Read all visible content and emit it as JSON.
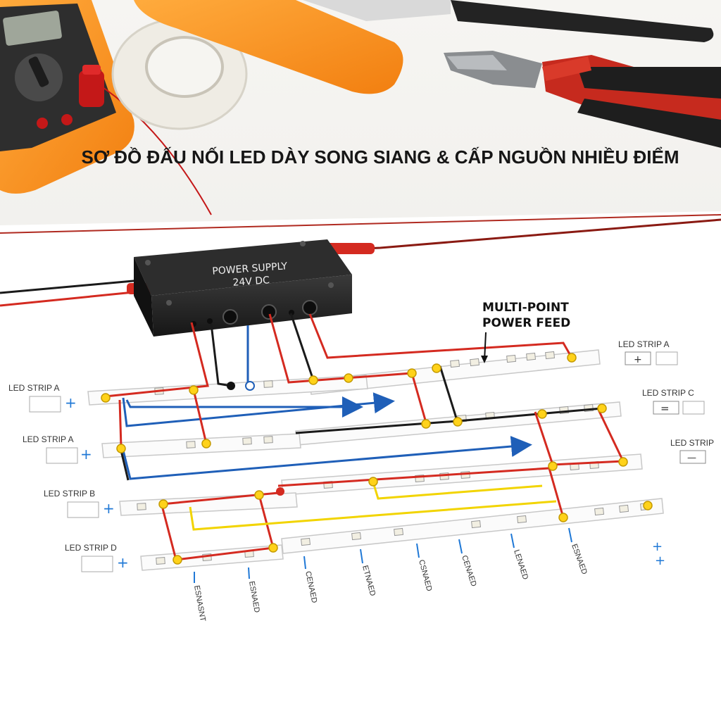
{
  "title": "SƠ ĐỒ ĐẤU NỐI LED DÀY SONG SIANG & CẤP NGUỒN NHIỀU ĐIỂM",
  "power_supply": {
    "line1": "POWER SUPPLY",
    "line2": "24V DC"
  },
  "callout": {
    "line1": "MULTI-POINT",
    "line2": "POWER FEED"
  },
  "strip_labels_left": [
    "LED STRIP A",
    "LED STRIP A",
    "LED STRIP B",
    "LED STRIP D"
  ],
  "strip_labels_right": [
    "LED STRIP A",
    "LED STRIP C",
    "LED STRIP"
  ],
  "bottom_labels": [
    "ESNASNT",
    "ESNAED",
    "CENAED",
    "ETNAED",
    "CSNAED",
    "CENAED",
    "LENAED",
    "ESNAED"
  ],
  "symbols": {
    "plus": "+",
    "minus": "—",
    "equals": "="
  },
  "colors": {
    "positive": "#d42a20",
    "negative": "#1a1a1a",
    "data_blue": "#1f5fb8",
    "signal_yellow": "#f2d400",
    "node_yellow": "#ffd21a",
    "case": "#222222"
  },
  "props": [
    "digital-multimeter",
    "masking-tape-roll",
    "wire-stripper",
    "side-cutter-pliers"
  ]
}
